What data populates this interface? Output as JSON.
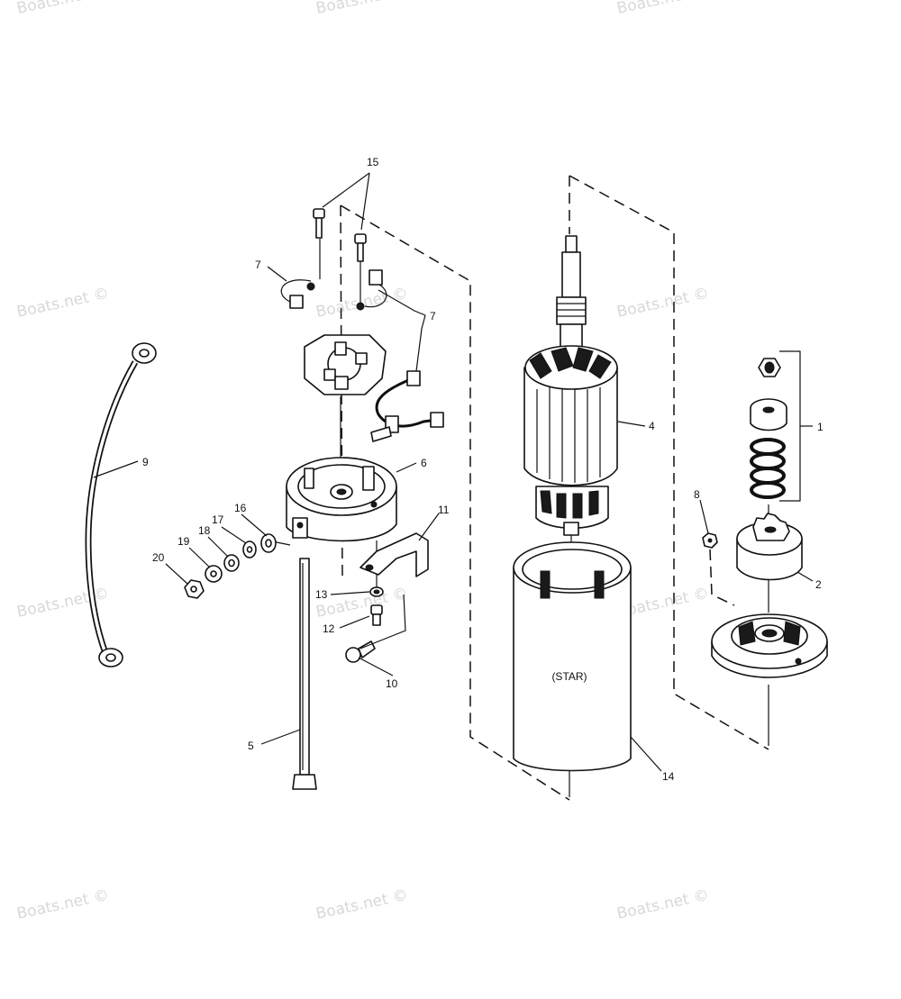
{
  "watermark": "Boats.net ©",
  "housing_label": "(STAR)",
  "callouts": [
    {
      "id": "1",
      "text": "1"
    },
    {
      "id": "2",
      "text": "2"
    },
    {
      "id": "4",
      "text": "4"
    },
    {
      "id": "5",
      "text": "5"
    },
    {
      "id": "6",
      "text": "6"
    },
    {
      "id": "7a",
      "text": "7"
    },
    {
      "id": "7b",
      "text": "7"
    },
    {
      "id": "8",
      "text": "8"
    },
    {
      "id": "9",
      "text": "9"
    },
    {
      "id": "10",
      "text": "10"
    },
    {
      "id": "11",
      "text": "11"
    },
    {
      "id": "12",
      "text": "12"
    },
    {
      "id": "13",
      "text": "13"
    },
    {
      "id": "14",
      "text": "14"
    },
    {
      "id": "15",
      "text": "15"
    },
    {
      "id": "16",
      "text": "16"
    },
    {
      "id": "17",
      "text": "17"
    },
    {
      "id": "18",
      "text": "18"
    },
    {
      "id": "19",
      "text": "19"
    },
    {
      "id": "20",
      "text": "20"
    }
  ]
}
